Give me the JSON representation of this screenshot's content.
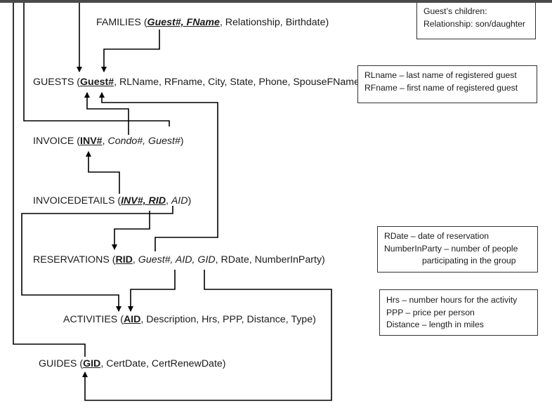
{
  "relations": {
    "families": {
      "name": "FAMILIES",
      "open": " (",
      "key": "Guest#, FName",
      "rest": ", Relationship, Birthdate)"
    },
    "guests": {
      "name": "GUESTS",
      "open": " (",
      "key": "Guest#",
      "rest": ", RLName, RFname, City, State, Phone, SpouseFName)"
    },
    "invoice": {
      "name": "INVOICE",
      "open": " (",
      "key": "INV#",
      "sep": ", ",
      "fk": "Condo#, Guest#",
      "close": ")"
    },
    "invoicedetails": {
      "name": "INVOICEDETAILS",
      "open": " (",
      "key": "INV#, RID",
      "sep": ", ",
      "fk": "AID",
      "close": ")"
    },
    "reservations": {
      "name": "RESERVATIONS",
      "open": " (",
      "key": "RID",
      "sep": ", ",
      "fk": "Guest#, AID, GID",
      "rest": ", RDate, NumberInParty)"
    },
    "activities": {
      "name": "ACTIVITIES",
      "open": " (",
      "key": "AID",
      "rest": ", Description, Hrs, PPP, Distance, Type)"
    },
    "guides": {
      "name": "GUIDES",
      "open": " (",
      "key": "GID",
      "rest": ", CertDate, CertRenewDate)"
    }
  },
  "notes": {
    "families": [
      "Guest’s children:",
      "Relationship: son/daughter"
    ],
    "guests": [
      "RLname – last name of registered guest",
      "RFname – first name of registered guest"
    ],
    "reservations": [
      "RDate – date of reservation",
      "NumberInParty – number of people",
      "participating in the group"
    ],
    "activities": [
      "Hrs – number hours for the activity",
      "PPP – price per person",
      "Distance – length in miles"
    ]
  }
}
